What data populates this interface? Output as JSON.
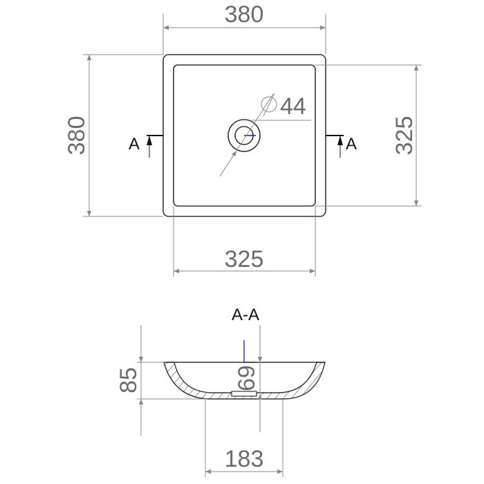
{
  "top_view": {
    "width_label": "380",
    "depth_label": "380",
    "inner_depth_label": "325",
    "inner_width_label": "325",
    "drain_diameter_label": "44",
    "section_mark_left": "A",
    "section_mark_right": "A"
  },
  "section_view": {
    "title": "A-A",
    "height_label": "85",
    "inner_depth_label": "69",
    "base_width_label": "183"
  },
  "colors": {
    "dimension": "#6b6b6b",
    "outline": "#333333",
    "axis": "#1a1a8c"
  }
}
